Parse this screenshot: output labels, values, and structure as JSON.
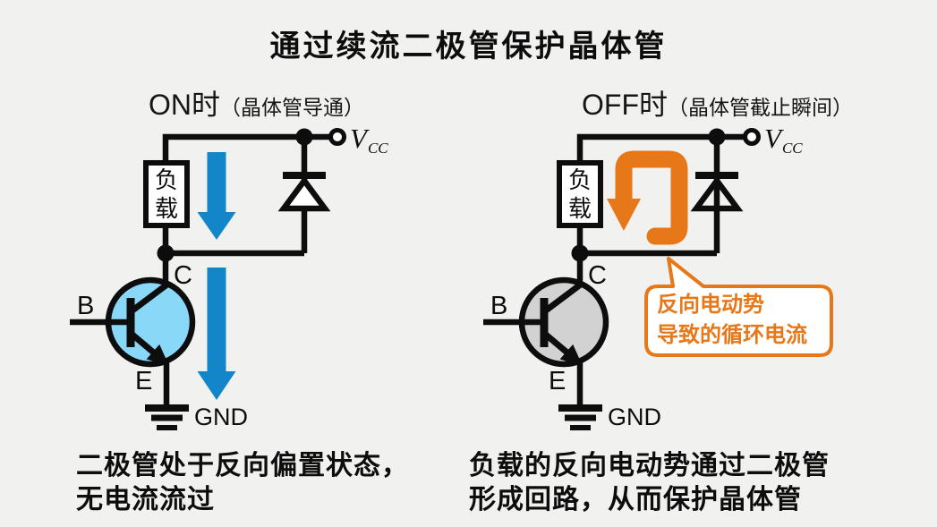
{
  "title": "通过续流二极管保护晶体管",
  "left_panel": {
    "subtitle_main": "ON时",
    "subtitle_paren": "（晶体管导通）",
    "load_char1": "负",
    "load_char2": "载",
    "labels": {
      "base": "B",
      "collector": "C",
      "emitter": "E",
      "ground": "GND",
      "vcc_v": "V",
      "vcc_sub": "CC"
    },
    "caption_line1": "二极管处于反向偏置状态，",
    "caption_line2": "无电流流过"
  },
  "right_panel": {
    "subtitle_main": "OFF时",
    "subtitle_paren": "（晶体管截止瞬间）",
    "load_char1": "负",
    "load_char2": "载",
    "labels": {
      "base": "B",
      "collector": "C",
      "emitter": "E",
      "ground": "GND",
      "vcc_v": "V",
      "vcc_sub": "CC"
    },
    "callout_line1": "反向电动势",
    "callout_line2": "导致的循环电流",
    "caption_line1": "负载的反向电动势通过二极管",
    "caption_line2": "形成回路，从而保护晶体管"
  },
  "colors": {
    "background": "#f1f1f0",
    "wire_black": "#0d0d0d",
    "current_blue": "#1386c9",
    "transistor_on_fill": "#8ad8f7",
    "transistor_off_fill": "#d2d2d2",
    "accent_orange": "#e6781a",
    "callout_bg": "#ffffff"
  }
}
